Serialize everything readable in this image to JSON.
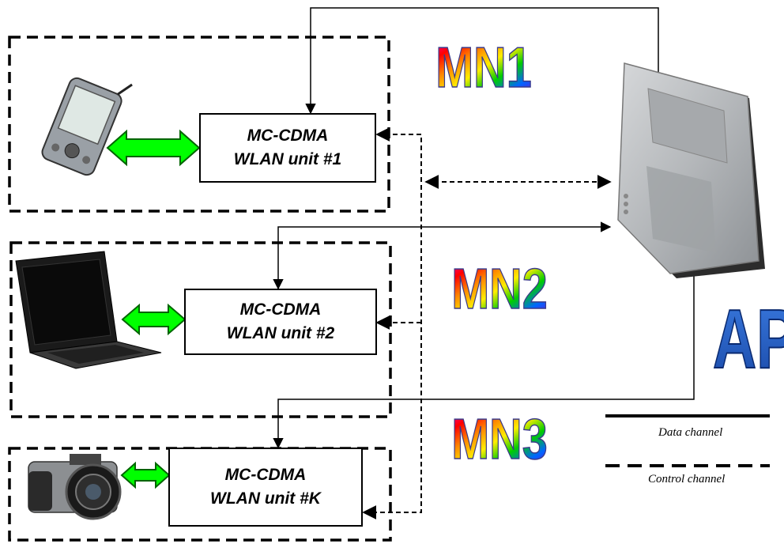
{
  "nodes": [
    {
      "label": "MN1",
      "unit": {
        "line1": "MC-CDMA",
        "line2": "WLAN unit #1"
      },
      "device_icon": "pda-icon"
    },
    {
      "label": "MN2",
      "unit": {
        "line1": "MC-CDMA",
        "line2": "WLAN unit #2"
      },
      "device_icon": "laptop-icon"
    },
    {
      "label": "MN3",
      "unit": {
        "line1": "MC-CDMA",
        "line2": "WLAN unit #K"
      },
      "device_icon": "camera-icon"
    }
  ],
  "access_point": {
    "label": "AP",
    "icon": "access-point-icon"
  },
  "legend": {
    "data": "Data channel",
    "control": "Control channel"
  },
  "colors": {
    "link_arrow": "#00ff00",
    "link_border": "#006400",
    "ap_label": "#1e5cc8",
    "rainbow": [
      "#ff00cc",
      "#ff0000",
      "#ff8800",
      "#ffee00",
      "#00cc00",
      "#0066ff",
      "#8800cc"
    ]
  }
}
